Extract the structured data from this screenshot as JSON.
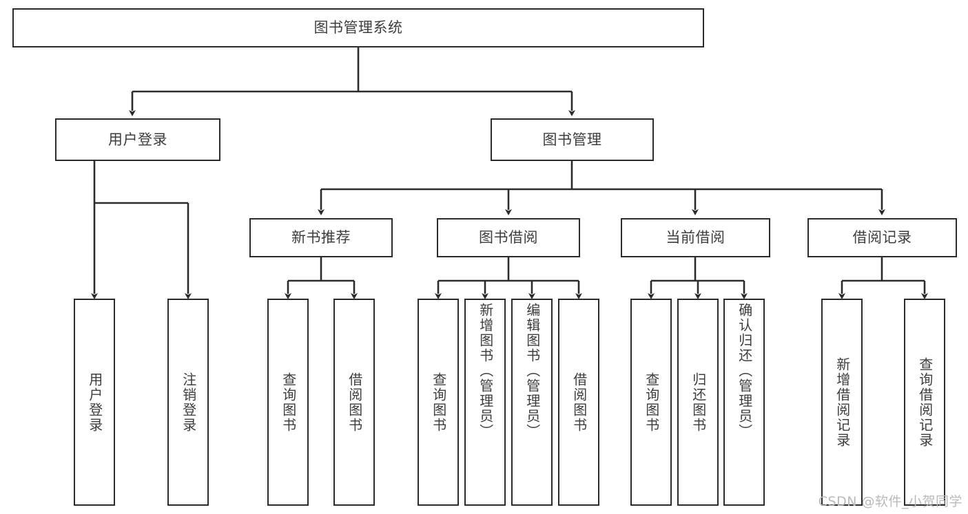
{
  "diagram": {
    "title": "图书管理系统",
    "watermark": "CSDN @软件_小贺同学",
    "colors": {
      "stroke": "#2b2b2b",
      "text": "#3d3d3d",
      "background": "#ffffff",
      "watermark": "#b9b9b9"
    },
    "root": {
      "label": "图书管理系统"
    },
    "level2": [
      {
        "label": "用户登录"
      },
      {
        "label": "图书管理"
      }
    ],
    "level3": [
      {
        "label": "新书推荐"
      },
      {
        "label": "图书借阅"
      },
      {
        "label": "当前借阅"
      },
      {
        "label": "借阅记录"
      }
    ],
    "leaves": {
      "user_login": [
        {
          "label": "用户登录"
        },
        {
          "label": "注销登录"
        }
      ],
      "new_book_recommend": [
        {
          "label": "查询图书"
        },
        {
          "label": "借阅图书"
        }
      ],
      "book_borrow": [
        {
          "label": "查询图书"
        },
        {
          "label": "新增图书（管理员）"
        },
        {
          "label": "编辑图书（管理员）"
        },
        {
          "label": "借阅图书"
        }
      ],
      "current_borrow": [
        {
          "label": "查询图书"
        },
        {
          "label": "归还图书"
        },
        {
          "label": "确认归还（管理员）"
        }
      ],
      "borrow_record": [
        {
          "label": "新增借阅记录"
        },
        {
          "label": "查询借阅记录"
        }
      ]
    }
  }
}
